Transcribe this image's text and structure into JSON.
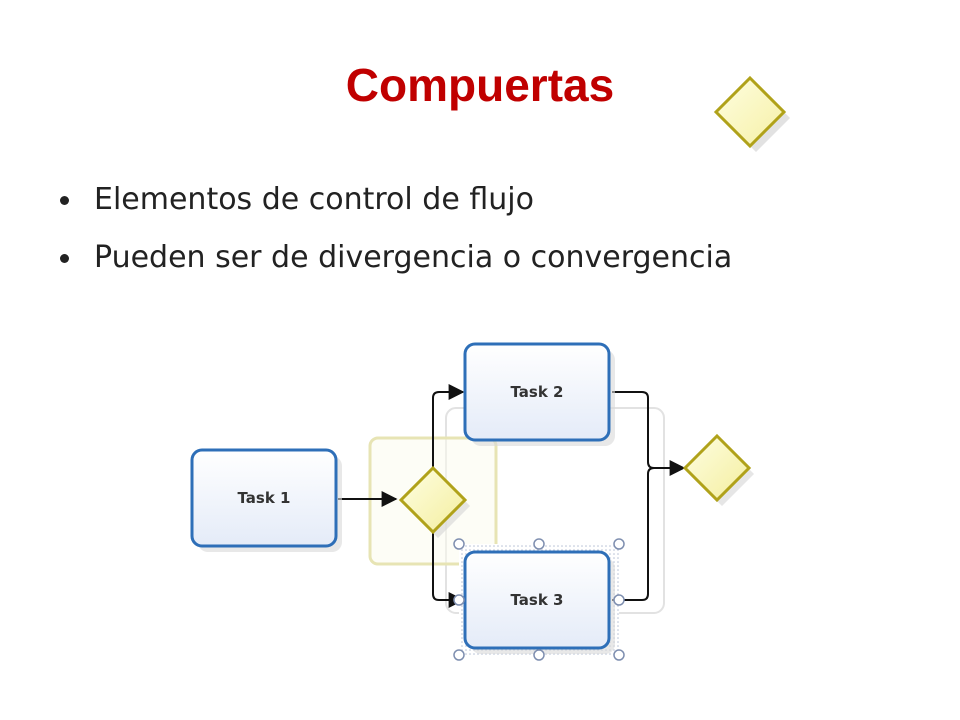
{
  "slide": {
    "title": "Compuertas",
    "bullets": [
      "Elementos de control de flujo",
      "Pueden ser de divergencia o convergencia"
    ]
  },
  "diagram": {
    "tasks": [
      {
        "id": "task1",
        "label": "Task 1"
      },
      {
        "id": "task2",
        "label": "Task 2"
      },
      {
        "id": "task3",
        "label": "Task 3"
      }
    ],
    "gateways": [
      {
        "id": "split-gateway",
        "role": "divergence"
      },
      {
        "id": "merge-gateway",
        "role": "convergence"
      }
    ],
    "colors": {
      "task_border": "#2e6fb8",
      "task_fill": "#f4f7fd",
      "gateway_border": "#b0a21a",
      "gateway_fill": "#fdfcd2",
      "selection": "#7f8fb0",
      "title": "#c00000"
    }
  }
}
